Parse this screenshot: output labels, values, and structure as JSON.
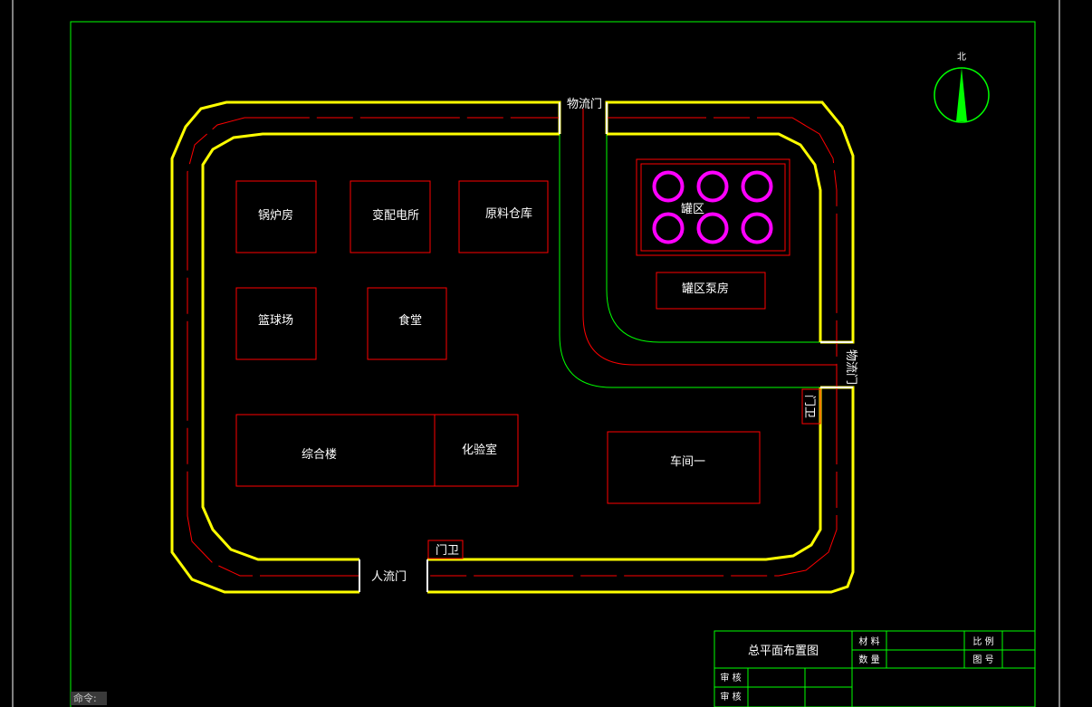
{
  "north_label": "北",
  "buildings": {
    "boiler_room": "锅炉房",
    "substation": "变配电所",
    "raw_material_warehouse": "原料仓库",
    "basketball_court": "篮球场",
    "canteen": "食堂",
    "office_building": "综合楼",
    "laboratory": "化验室",
    "workshop_one": "车间一",
    "tank_area": "罐区",
    "tank_pump_room": "罐区泵房",
    "guard_east": "门卫",
    "guard_south": "门卫"
  },
  "gates": {
    "logistics_gate_north": "物流门",
    "logistics_gate_east": "物流门",
    "pedestrian_gate": "人流门"
  },
  "title_block": {
    "drawing_title": "总平面布置图",
    "material": "材 料",
    "quantity": "数 量",
    "scale": "比 例",
    "drawing_no": "图 号",
    "review_1": "审 核",
    "review_2": "审 核"
  },
  "command_prompt": "命令:",
  "colors": {
    "background": "#000000",
    "frame": "#00ff00",
    "road_edge": "#ffff00",
    "road_center": "#ff0000",
    "building": "#ff0000",
    "tank": "#ff00ff",
    "gate": "#ffffff"
  }
}
